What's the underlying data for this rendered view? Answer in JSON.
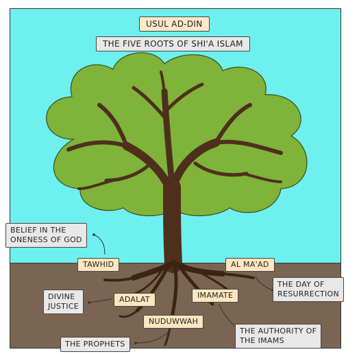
{
  "titles": {
    "main": "USUL AD-DIN",
    "sub": "THE FIVE ROOTS OF SHI'A ISLAM"
  },
  "roots": {
    "tawhid": "TAWHID",
    "adalat": "ADALAT",
    "nuduwwah": "NUDUWWAH",
    "imamate": "IMAMATE",
    "almaad": "AL MA'AD"
  },
  "descriptions": {
    "tawhid": [
      "BELIEF IN THE",
      "ONENESS OF GOD"
    ],
    "adalat": [
      "DIVINE",
      "JUSTICE"
    ],
    "nuduwwah": [
      "THE PROPHETS"
    ],
    "imamate": [
      "THE AUTHORITY OF",
      "THE IMAMS"
    ],
    "almaad": [
      "THE DAY OF",
      "RESURRECTION"
    ]
  },
  "colors": {
    "sky": "#6ef0ee",
    "soil": "#7a6552",
    "foliage": "#7fb33a",
    "foliage_dark": "#6a9a2c",
    "trunk": "#4e2f1c",
    "title_box": "#fde8c8",
    "root_box": "#fde5bd",
    "desc_box": "#e8e8e8"
  }
}
